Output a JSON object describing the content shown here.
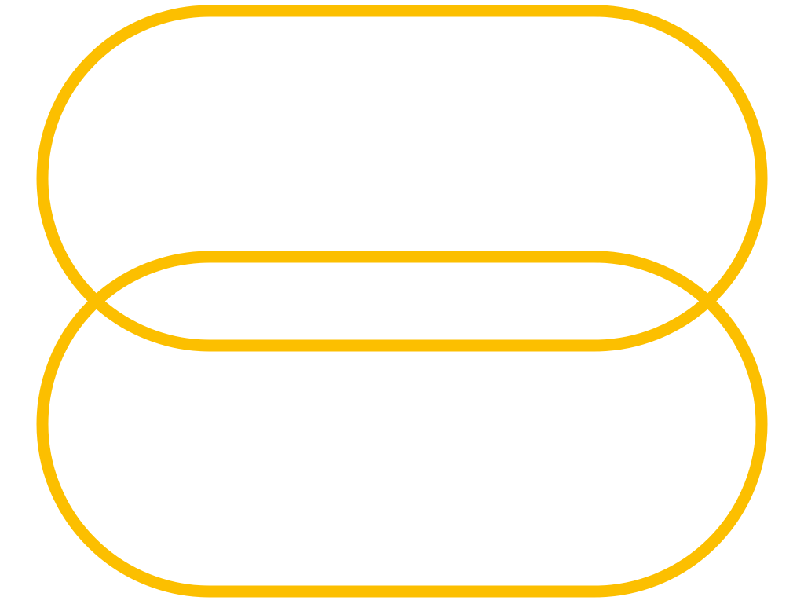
{
  "palette": {
    "background": "#ffffff",
    "ring_stroke": "#fcbf00",
    "label_color": "#ffffff"
  },
  "rings": [
    {
      "name": "upper-ring",
      "label": "",
      "label_side": "right"
    },
    {
      "name": "lower-ring",
      "label": "",
      "label_side": "left"
    }
  ]
}
